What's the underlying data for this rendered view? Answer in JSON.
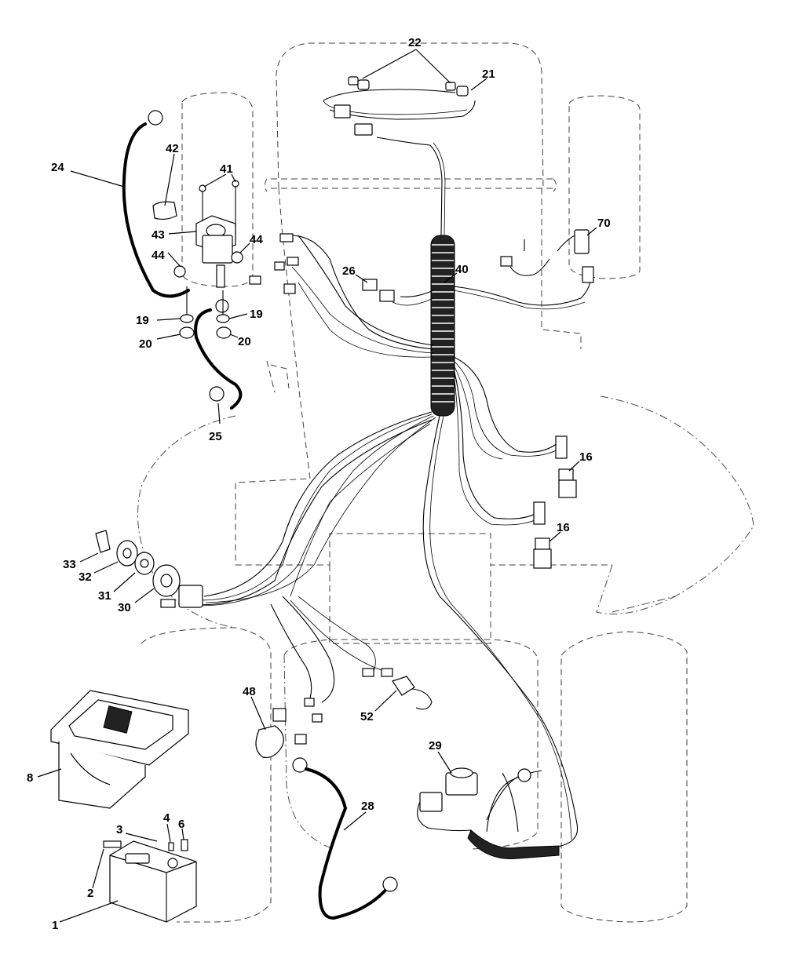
{
  "callouts": {
    "c1": "1",
    "c2": "2",
    "c3": "3",
    "c4": "4",
    "c6": "6",
    "c8": "8",
    "c16a": "16",
    "c16b": "16",
    "c19a": "19",
    "c19b": "19",
    "c20a": "20",
    "c20b": "20",
    "c21": "21",
    "c22": "22",
    "c24": "24",
    "c25": "25",
    "c26": "26",
    "c28": "28",
    "c29": "29",
    "c30": "30",
    "c31": "31",
    "c32": "32",
    "c33": "33",
    "c40": "40",
    "c41": "41",
    "c42": "42",
    "c43": "43",
    "c44a": "44",
    "c44b": "44",
    "c48": "48",
    "c52": "52",
    "c70": "70"
  },
  "colors": {
    "line": "#000000",
    "background": "#ffffff"
  }
}
